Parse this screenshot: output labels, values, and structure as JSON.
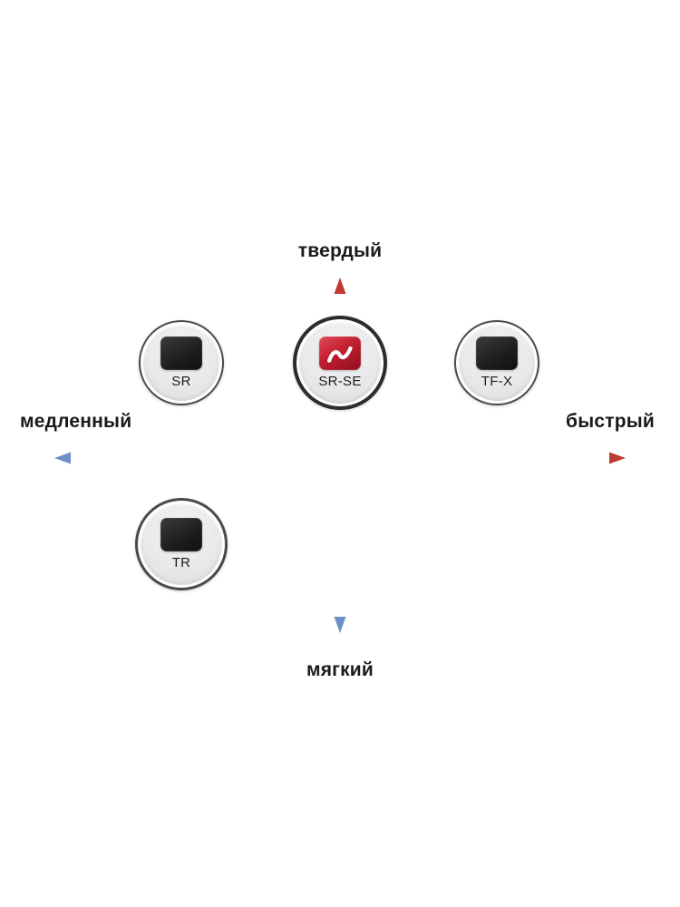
{
  "diagram": {
    "type": "quadrant-comparison",
    "axes": {
      "top_label": "твердый",
      "bottom_label": "мягкий",
      "left_label": "медленный",
      "right_label": "быстрый"
    },
    "items": [
      {
        "label": "SR",
        "pad_color": "dark",
        "highlighted": false,
        "quadrant": "upper-left"
      },
      {
        "label": "SR-SE",
        "pad_color": "red",
        "highlighted": true,
        "quadrant": "top-center"
      },
      {
        "label": "TF-X",
        "pad_color": "dark",
        "highlighted": false,
        "quadrant": "upper-right"
      },
      {
        "label": "TR",
        "pad_color": "dark",
        "highlighted": false,
        "quadrant": "lower-left"
      }
    ],
    "colors": {
      "arrow_red": "#c03a34",
      "arrow_blue": "#6d8ec7",
      "pad_red": "#c21f30",
      "pad_dark": "#1d1d1f",
      "badge_ring": "#4a4a4c"
    }
  }
}
